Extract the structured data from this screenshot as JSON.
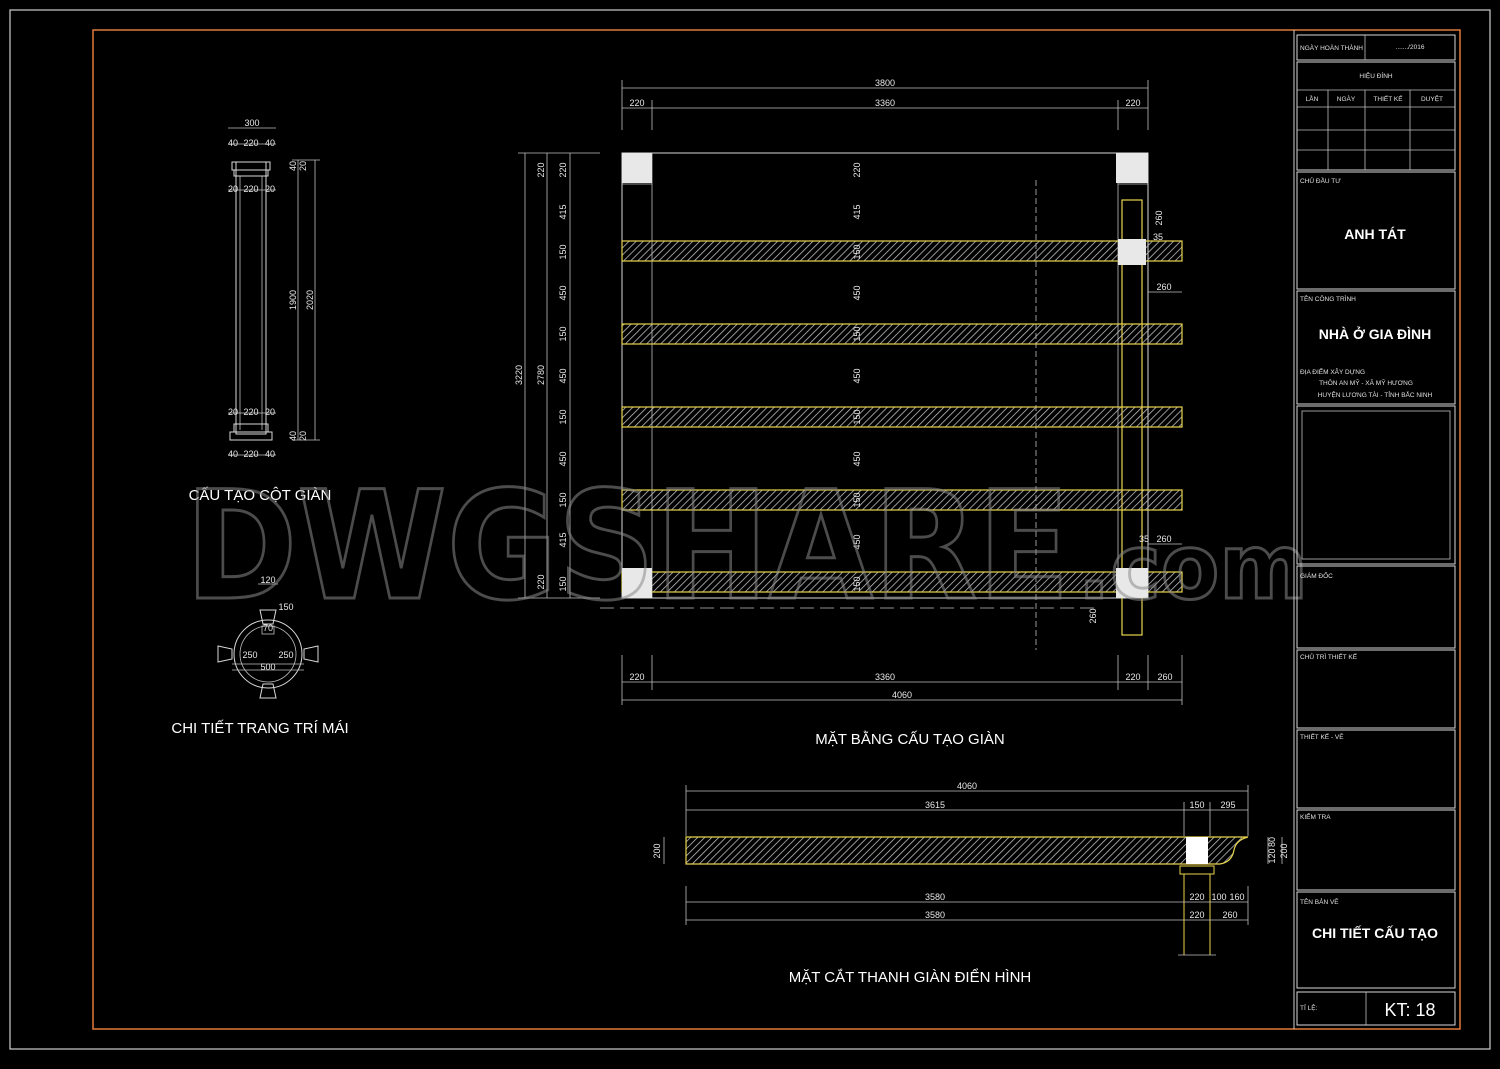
{
  "watermark": {
    "main": "DWGSHARE",
    "suffix": ".com"
  },
  "captions": {
    "column": "CẤU TẠO CỘT GIÀN",
    "roof_detail": "CHI TIẾT TRANG TRÍ MÁI",
    "plan": "MẶT BẰNG CẤU TẠO GIÀN",
    "section": "MẶT CẮT THANH GIÀN ĐIỂN HÌNH"
  },
  "column_dims": {
    "top_total": "300",
    "top_a": "40",
    "top_b": "220",
    "top_c": "40",
    "row2_a": "20",
    "row2_b": "220",
    "row2_c": "20",
    "h_total": "2020",
    "h_mid": "1900",
    "h_top1": "40",
    "h_top2": "20",
    "bot_a": "20",
    "bot_b": "220",
    "bot_c": "20",
    "base_a": "40",
    "base_b": "220",
    "base_c": "40",
    "h_bot1": "40",
    "h_bot2": "20"
  },
  "roof_dims": {
    "top": "120",
    "r": "150",
    "inner": "70",
    "left": "250",
    "right": "250",
    "width": "500"
  },
  "plan_dims": {
    "top_total": "3800",
    "top_left": "220",
    "top_mid": "3360",
    "top_right": "220",
    "left_total": "3220",
    "left_sub": "2780",
    "bot_left": "220",
    "bot_mid": "3360",
    "bot_r1": "220",
    "bot_r2": "260",
    "bot_total": "4060",
    "right_260a": "260",
    "right_260b": "260",
    "right_260c": "260",
    "right_35a": "35",
    "right_35b": "35",
    "right_260d": "260",
    "vert_220": "220",
    "vert_415": "415",
    "vert_150": "150",
    "vert_450": "450",
    "vert_35": "35"
  },
  "section_dims": {
    "top_total": "4060",
    "top_a": "3615",
    "top_b": "150",
    "top_c": "295",
    "left_h": "200",
    "right_h1": "120",
    "right_h2": "80",
    "right_total": "200",
    "b1_a": "3580",
    "b1_b": "220",
    "b1_c": "100",
    "b1_d": "160",
    "b2_a": "3580",
    "b2_b": "220",
    "b2_c": "260"
  },
  "title_block": {
    "completion_label": "NGÀY HOÀN THÀNH",
    "completion_value": "......./2016",
    "revision_label": "HIỆU ĐÍNH",
    "rev_cols": [
      "LẦN",
      "NGÀY",
      "THIẾT KẾ",
      "DUYỆT"
    ],
    "investor_label": "CHỦ ĐẦU TƯ",
    "investor": "ANH TÁT",
    "project_label": "TÊN CÔNG TRÌNH",
    "project": "NHÀ Ở GIA ĐÌNH",
    "location_label": "ĐỊA ĐIỂM XÂY DỰNG",
    "location_line1": "THÔN AN MỸ - XÃ MỸ HƯƠNG",
    "location_line2": "HUYỆN LƯƠNG TÀI - TỈNH BẮC NINH",
    "director_label": "GIÁM ĐỐC",
    "lead_designer_label": "CHỦ TRÌ THIẾT KẾ",
    "designer_label": "THIẾT KẾ - VẼ",
    "checker_label": "KIỂM TRA",
    "drawing_name_label": "TÊN BẢN VẼ",
    "drawing_name": "CHI TIẾT CẤU TẠO",
    "scale_label": "TỈ LỆ:",
    "sheet": "KT: 18"
  },
  "colors": {
    "background": "#000000",
    "frame": "#e07a3a",
    "beam": "#e8d44d",
    "line": "#d9d9d9"
  }
}
